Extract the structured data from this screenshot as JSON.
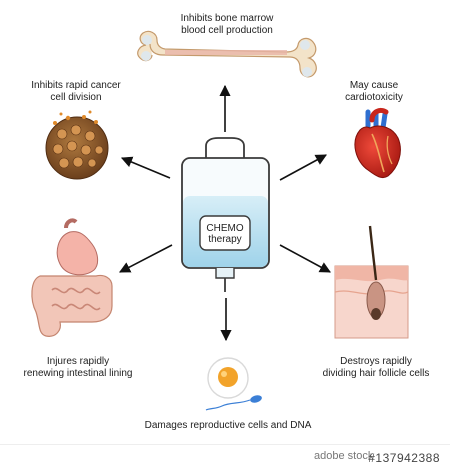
{
  "center": {
    "line1": "CHEMO",
    "line2": "therapy"
  },
  "effects": {
    "bone_marrow": {
      "line1": "Inhibits bone marrow",
      "line2": "blood cell production",
      "icon": "bone-icon"
    },
    "cancer": {
      "line1": "Inhibits rapid cancer",
      "line2": "cell division",
      "icon": "tumor-icon"
    },
    "heart": {
      "line1": "May cause",
      "line2": "cardiotoxicity",
      "icon": "heart-icon"
    },
    "intestine": {
      "line1": "Injures rapidly",
      "line2": "renewing intestinal lining",
      "icon": "intestine-icon"
    },
    "hair": {
      "line1": "Destroys rapidly",
      "line2": "dividing hair follicle cells",
      "icon": "hair-follicle-icon"
    },
    "reproductive": {
      "line1": "Damages reproductive cells and DNA",
      "icon": "egg-sperm-icon"
    }
  },
  "watermark": {
    "brand": "adobe stock",
    "id": "#137942388"
  },
  "colors": {
    "bag_liquid": "#bfe4f2",
    "bag_outline": "#3a3a3a",
    "arrow": "#111111",
    "bone": "#f3e3c9",
    "tumor": "#8a5a2b",
    "heart": "#d22a1f",
    "stomach": "#f4b3a8",
    "skin": "#f2c2b6"
  }
}
